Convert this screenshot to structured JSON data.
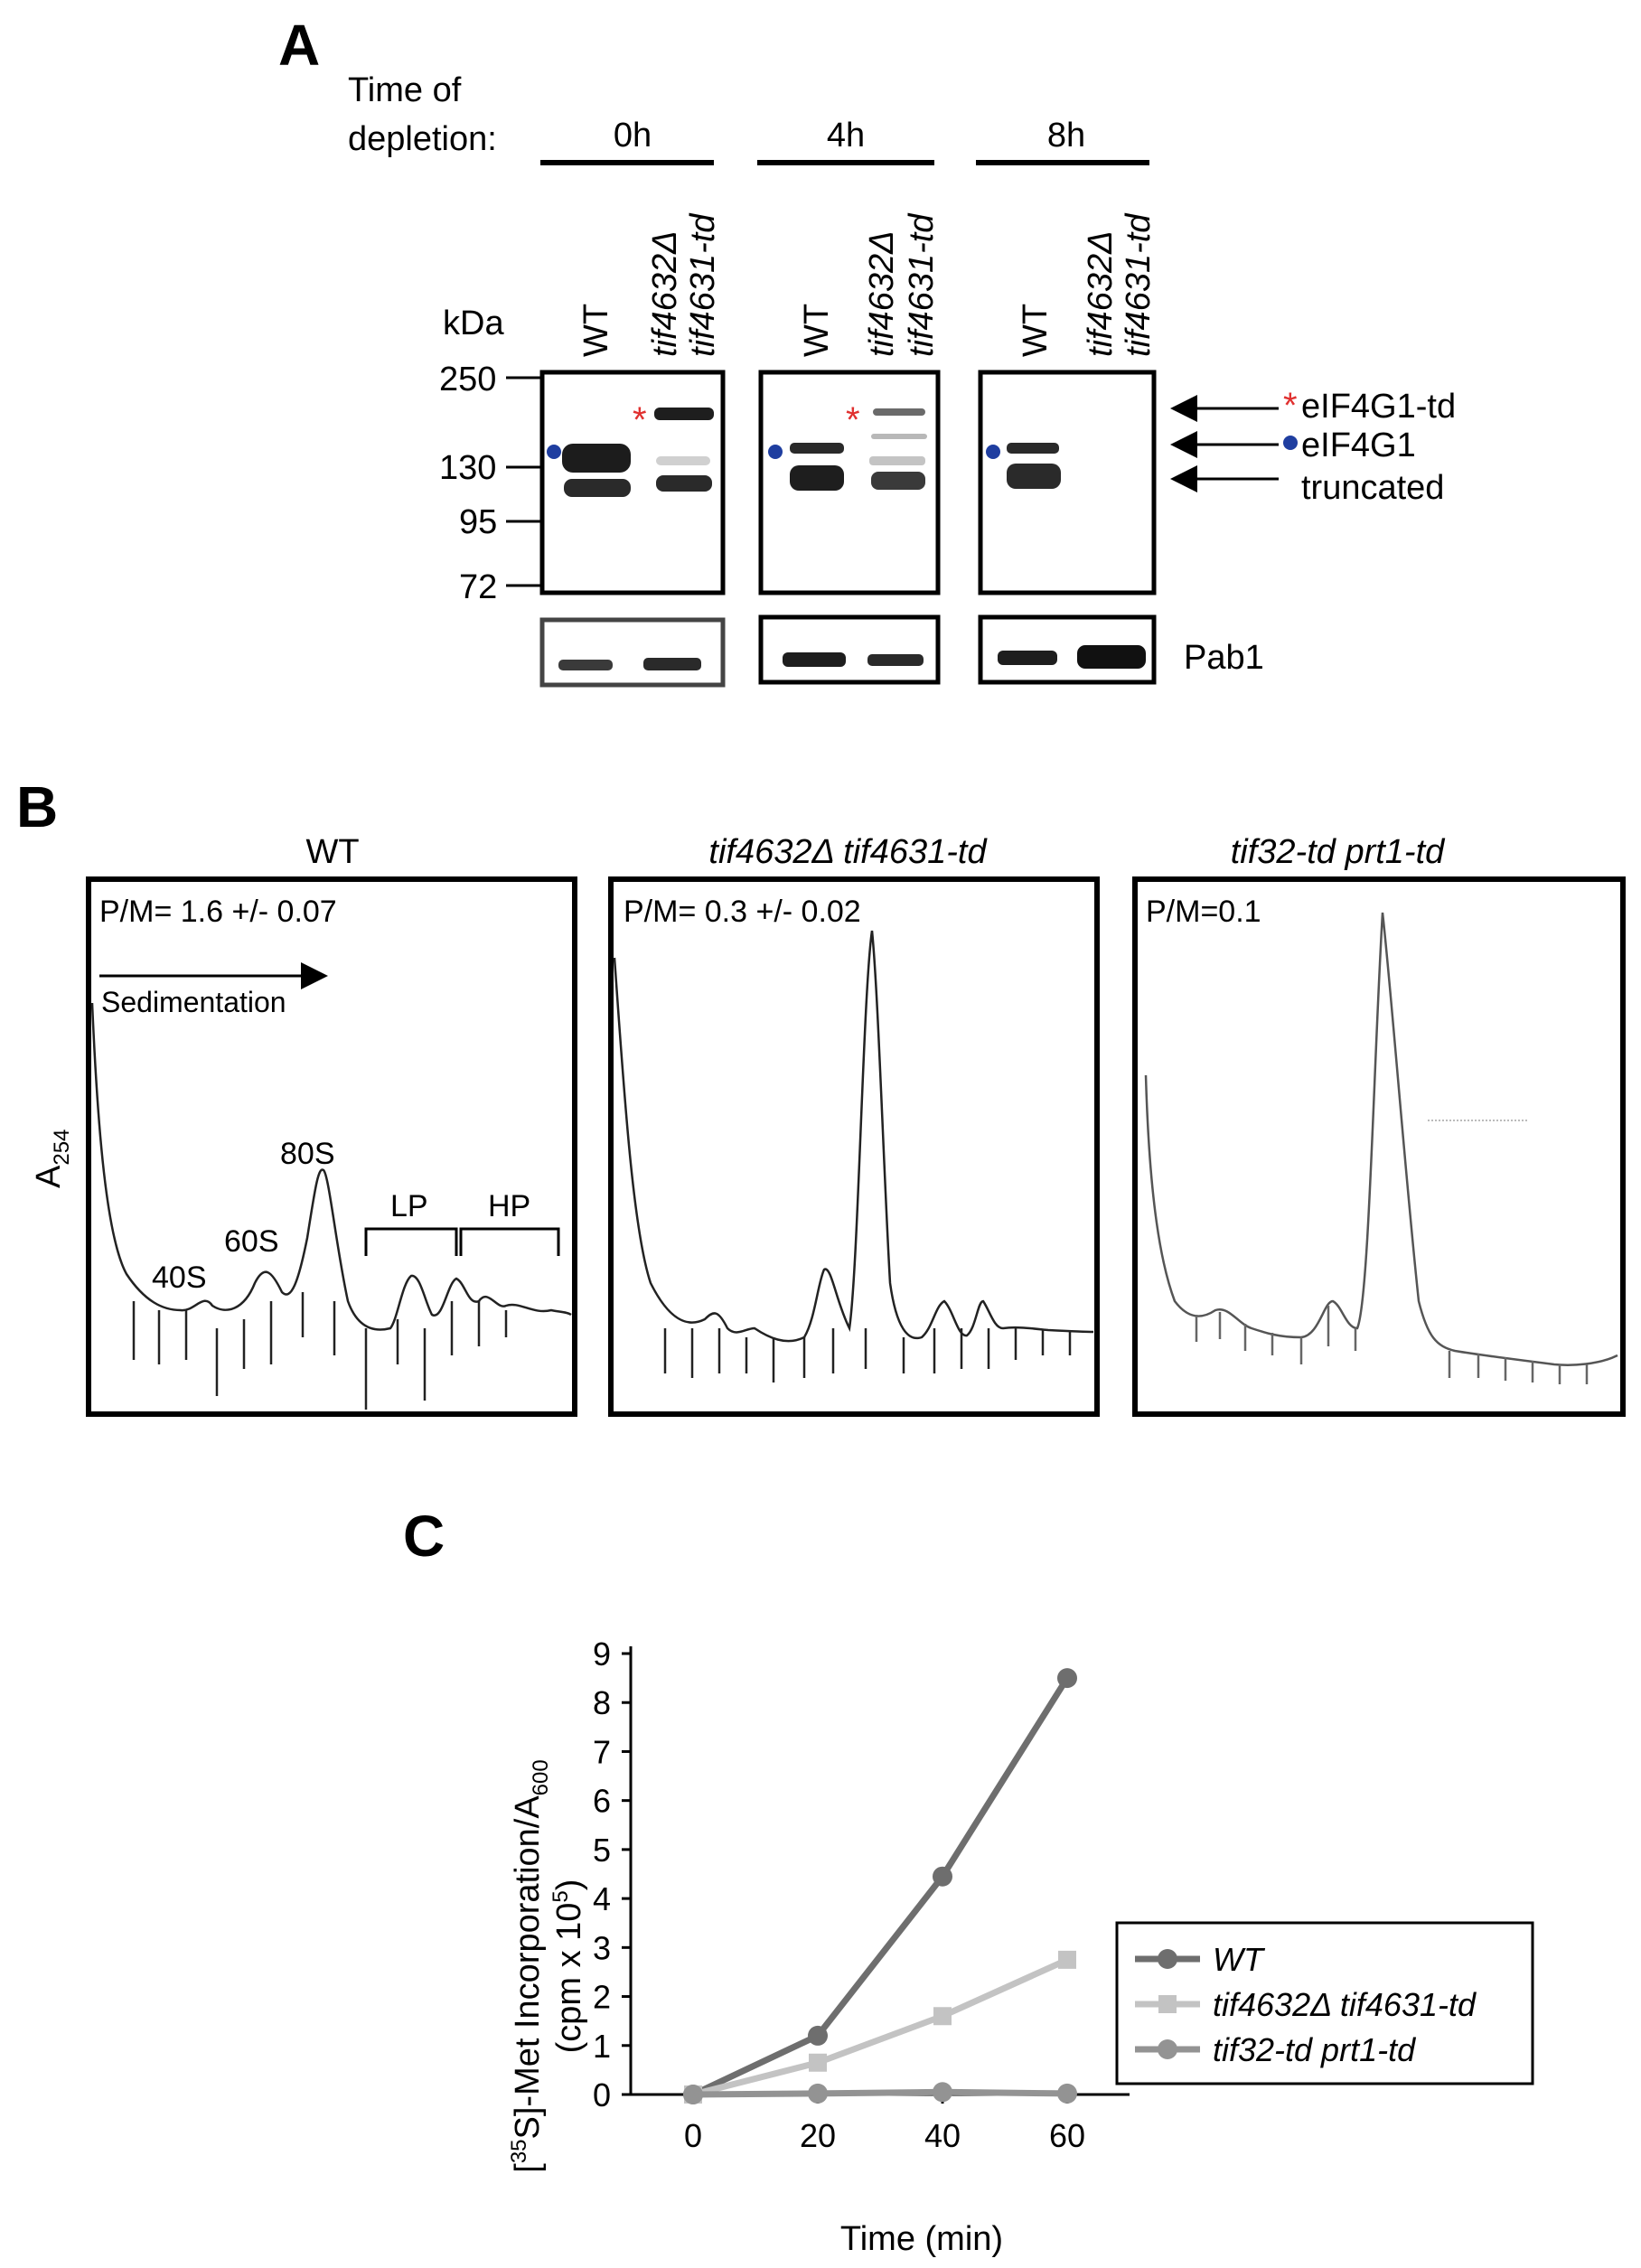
{
  "panel_a": {
    "letter": "A",
    "time_label_line1": "Time of",
    "time_label_line2": "depletion:",
    "timepoints": [
      "0h",
      "4h",
      "8h"
    ],
    "lanes": [
      "WT",
      "tif4632Δ",
      "tif4631-td"
    ],
    "kda_label": "kDa",
    "markers": [
      "250",
      "130",
      "95",
      "72"
    ],
    "band_labels": {
      "eif4g1_td": "eIF4G1-td",
      "eif4g1": "eIF4G1",
      "truncated": "truncated",
      "asterisk": "*",
      "pab1": "Pab1"
    },
    "colors": {
      "asterisk": "#e0302f",
      "dot": "#1f3ea0"
    }
  },
  "panel_b": {
    "letter": "B",
    "ylabel": "A",
    "ylabel_sub": "254",
    "profiles": [
      {
        "title": "WT",
        "pm": "P/M= 1.6 +/- 0.07"
      },
      {
        "title": "tif4632Δ tif4631-td",
        "pm": "P/M= 0.3 +/- 0.02"
      },
      {
        "title": "tif32-td prt1-td",
        "pm": "P/M=0.1"
      }
    ],
    "sedimentation": "Sedimentation",
    "peak_labels": [
      "40S",
      "60S",
      "80S"
    ],
    "bracket_labels": [
      "LP",
      "HP"
    ]
  },
  "chart_data": {
    "type": "line",
    "panel_letter": "C",
    "xlabel": "Time (min)",
    "ylabel_parts": {
      "open": "[",
      "sup1": "35",
      "mid": "S]-Met Incorporation/A",
      "sub": "600"
    },
    "ylabel2_parts": {
      "pre": "(cpm x 10",
      "sup": "5",
      "post": ")"
    },
    "x": [
      0,
      20,
      40,
      60
    ],
    "xlim": [
      -10,
      70
    ],
    "ylim": [
      0,
      9
    ],
    "yticks": [
      "0",
      "1",
      "2",
      "3",
      "4",
      "5",
      "6",
      "7",
      "8",
      "9"
    ],
    "xticks": [
      "0",
      "20",
      "40",
      "60"
    ],
    "legend_position": "right",
    "series": [
      {
        "name": "WT",
        "values": [
          0,
          1.2,
          4.45,
          8.5
        ],
        "color": "#6e6e6e"
      },
      {
        "name": "tif4632Δ tif4631-td",
        "values": [
          0,
          0.65,
          1.6,
          2.75
        ],
        "color": "#c3c3c3"
      },
      {
        "name": "tif32-td prt1-td",
        "values": [
          0,
          0.02,
          0.05,
          0.02
        ],
        "color": "#939393"
      }
    ]
  }
}
